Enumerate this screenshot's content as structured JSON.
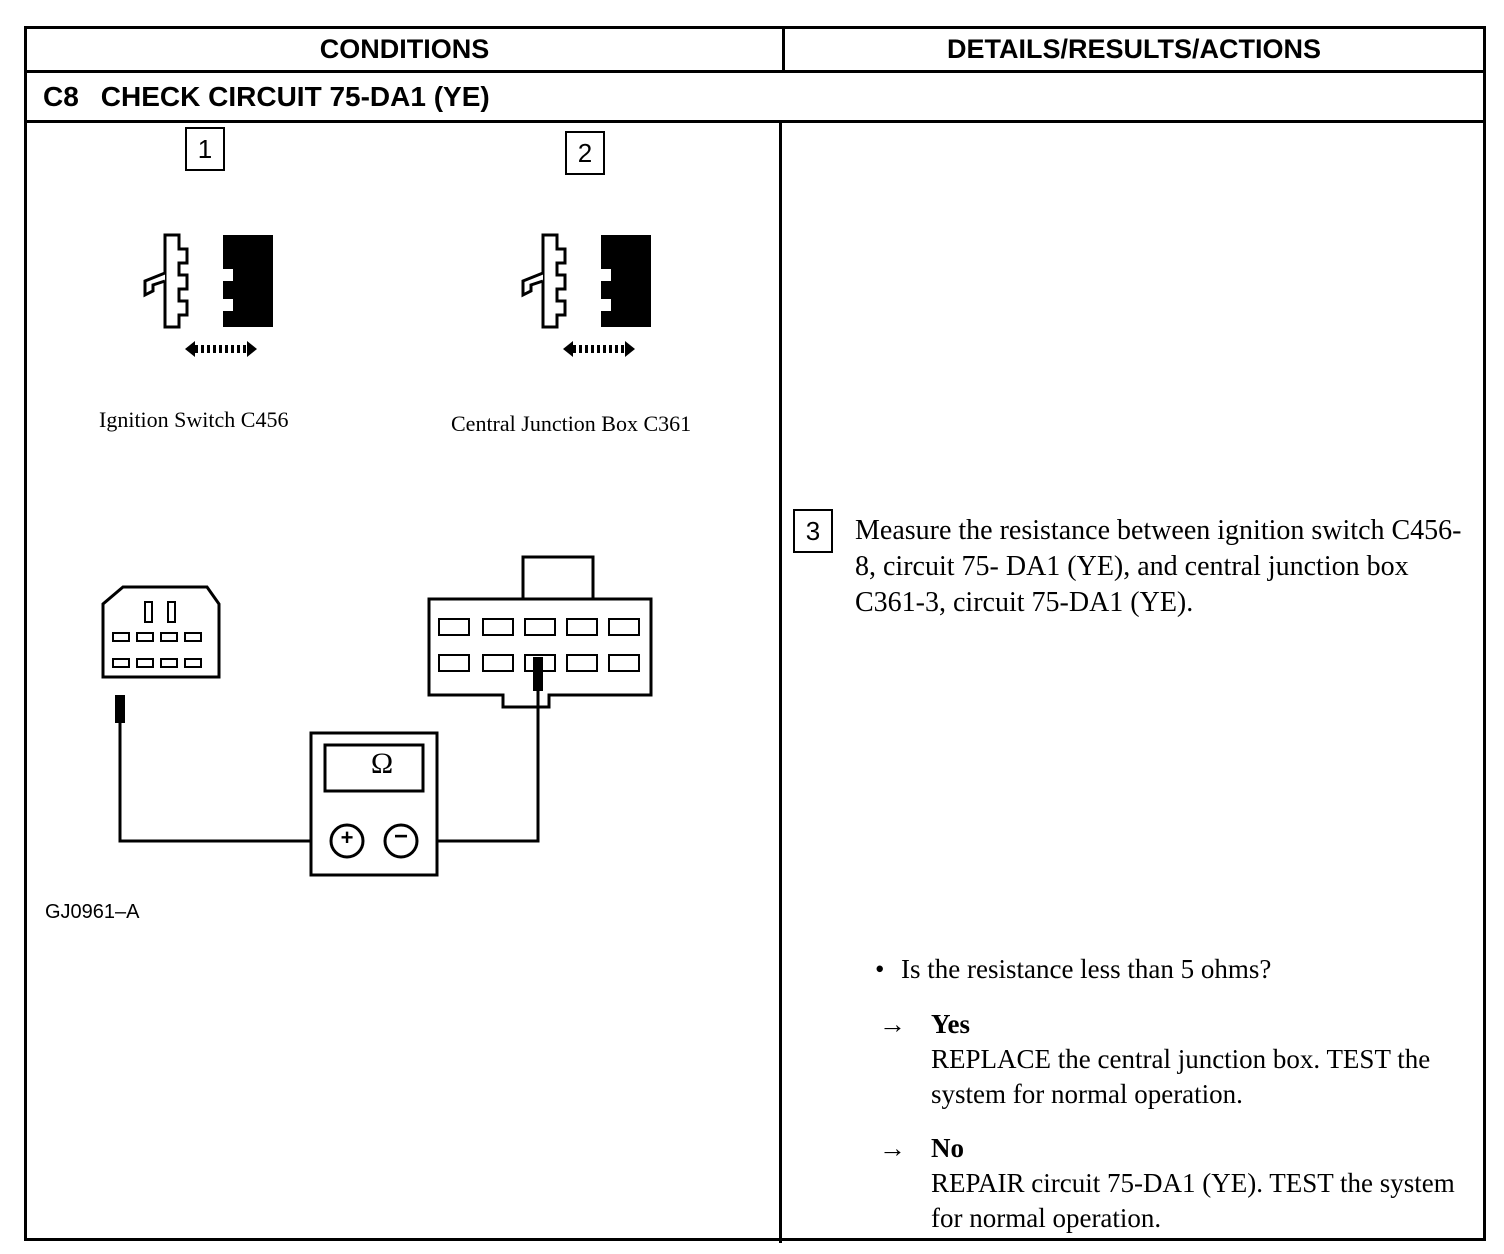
{
  "header": {
    "conditions": "CONDITIONS",
    "details": "DETAILS/RESULTS/ACTIONS"
  },
  "step": {
    "code": "C8",
    "title": "CHECK CIRCUIT 75-DA1 (YE)"
  },
  "figure": {
    "callout_1": "1",
    "callout_2": "2",
    "label_1": "Ignition Switch C456",
    "label_2": "Central Junction Box C361",
    "meter_symbol": "Ω",
    "figure_id": "GJ0961–A"
  },
  "details": {
    "callout_3": "3",
    "instruction": "Measure the resistance between ignition switch C456-8, circuit 75- DA1 (YE), and central junction box C361-3, circuit 75-DA1 (YE).",
    "question": "Is the resistance less than 5 ohms?",
    "answers": [
      {
        "label": "Yes",
        "action": "REPLACE the central junction box. TEST the system for normal operation."
      },
      {
        "label": "No",
        "action": "REPAIR circuit 75-DA1 (YE). TEST the system for normal operation."
      }
    ],
    "arrow_glyph": "→",
    "bullet_glyph": "•"
  }
}
